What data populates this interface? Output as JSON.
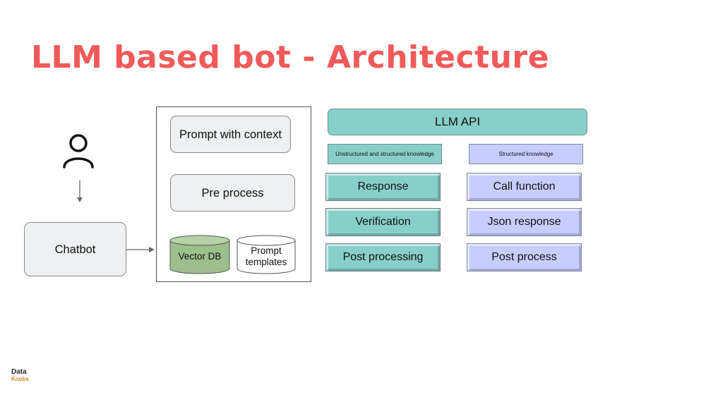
{
  "slide": {
    "title": "LLM based bot - Architecture"
  },
  "left": {
    "user_icon": "user-icon",
    "chatbot": "Chatbot"
  },
  "middle": {
    "prompt_with_context": "Prompt with context",
    "pre_process": "Pre process",
    "vector_db": "Vector DB",
    "prompt_templates": "Prompt templates"
  },
  "right": {
    "llm_api": "LLM API",
    "left_column": {
      "header": "Unstructured and structured knowledge",
      "items": [
        "Response",
        "Verification",
        "Post processing"
      ]
    },
    "right_column": {
      "header": "Structured knowledge",
      "items": [
        "Call function",
        "Json response",
        "Post process"
      ]
    }
  },
  "logo": {
    "line1": "Data",
    "line2": "Knobs"
  },
  "colors": {
    "title": "#f05a59",
    "teal": "#88cfc9",
    "lavender": "#c7ceff",
    "vector_db": "#9cbf8c"
  }
}
